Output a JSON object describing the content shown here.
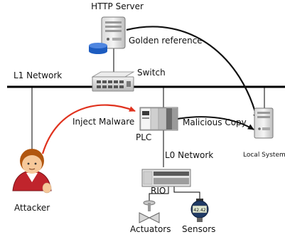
{
  "labels": {
    "http_server": "HTTP Server",
    "golden_reference": "Golden reference",
    "l1_network": "L1 Network",
    "switch": "Switch",
    "inject_malware": "Inject Malware",
    "malicious_copy": "Malicious Copy",
    "plc": "PLC",
    "l0_network": "L0 Network",
    "local_system": "Local System",
    "rio": "RIO",
    "attacker": "Attacker",
    "actuators": "Actuators",
    "sensors": "Sensors",
    "sensor_readout": "42.42"
  },
  "colors": {
    "attack_arrow": "#e0321e",
    "flow_arrow": "#111111",
    "attacker_shirt": "#c0242c",
    "attacker_face": "#f6c89a",
    "attacker_hair": "#b1560f",
    "server_disk": "#1d5cc0",
    "sensor_head": "#1f3a66"
  },
  "icons": {
    "http_server": "server-tower-icon",
    "database": "database-disk-icon",
    "switch": "network-switch-icon",
    "plc": "plc-rack-icon",
    "local_system": "desktop-tower-icon",
    "rio": "remote-io-icon",
    "attacker": "attacker-person-icon",
    "actuator": "valve-actuator-icon",
    "sensor": "pressure-sensor-icon"
  }
}
